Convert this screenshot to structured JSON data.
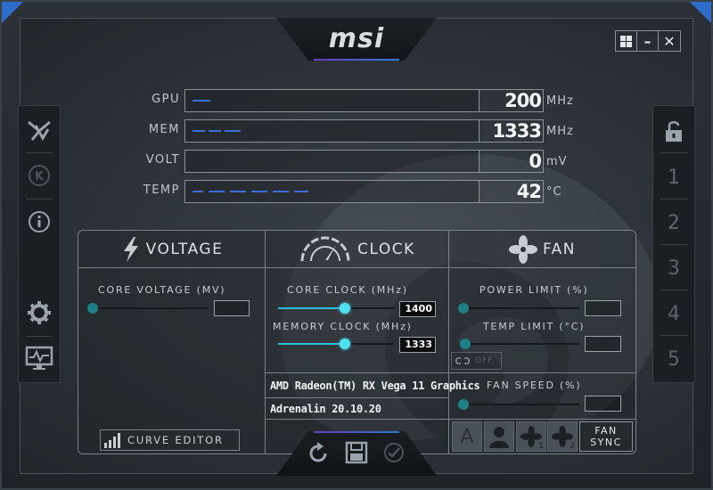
{
  "app": {
    "logo": "msi"
  },
  "window_controls": {
    "windows_icon": "windows-icon",
    "minimize": "–",
    "close": "✕"
  },
  "left_sidebar": {
    "items": [
      "kombustor-icon",
      "k-boost-icon",
      "info-icon",
      "settings-icon",
      "monitoring-icon"
    ]
  },
  "right_sidebar": {
    "lock_icon": "unlock-icon",
    "profiles": [
      "1",
      "2",
      "3",
      "4",
      "5"
    ]
  },
  "monitors": [
    {
      "label": "GPU",
      "value": "200",
      "unit": "MHz"
    },
    {
      "label": "MEM",
      "value": "1333",
      "unit": "MHz"
    },
    {
      "label": "VOLT",
      "value": "0",
      "unit": "mV"
    },
    {
      "label": "TEMP",
      "value": "42",
      "unit": "°C"
    }
  ],
  "voltage": {
    "title": "VOLTAGE",
    "core_voltage_label": "CORE VOLTAGE  (MV)",
    "core_voltage_value": ""
  },
  "clock": {
    "title": "CLOCK",
    "core_clock_label": "CORE CLOCK (MHz)",
    "core_clock_value": "1400",
    "core_clock_level": 0.58,
    "memory_clock_label": "MEMORY CLOCK (MHz)",
    "memory_clock_value": "1333",
    "memory_clock_level": 0.58
  },
  "fan": {
    "title": "FAN",
    "power_limit_label": "POWER LIMIT (%)",
    "power_limit_value": "",
    "temp_limit_label": "TEMP LIMIT (°C)",
    "temp_limit_value": "",
    "link_toggle": "OFF",
    "fan_speed_label": "FAN SPEED (%)",
    "fan_speed_value": "",
    "fan_sync_label_1": "FAN",
    "fan_sync_label_2": "SYNC",
    "fan1_sub": "1",
    "fan2_sub": "2"
  },
  "gpu_info": {
    "name": "AMD Radeon(TM) RX Vega 11 Graphics",
    "driver": "Adrenalin 20.10.20"
  },
  "curve_editor": {
    "label": "CURVE EDITOR"
  },
  "colors": {
    "accent": "#4fe0f2",
    "monitor_bar": "#3b6fd8",
    "logo_gradient_start": "#6a3cc0",
    "logo_gradient_end": "#2a7bd4"
  }
}
